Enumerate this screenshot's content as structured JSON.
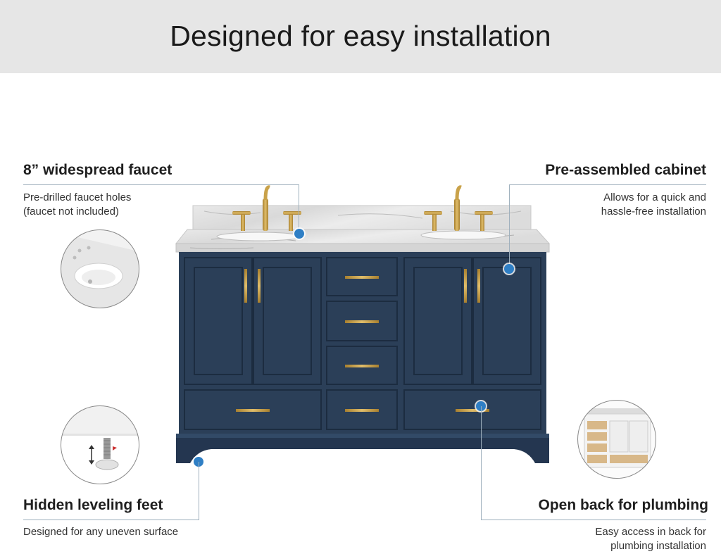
{
  "header": {
    "title": "Designed for easy installation"
  },
  "features": {
    "faucet": {
      "title": "8” widespread faucet",
      "desc_line1": "Pre-drilled faucet holes",
      "desc_line2": "(faucet not included)"
    },
    "cabinet": {
      "title": "Pre-assembled cabinet",
      "desc_line1": "Allows for  a quick and",
      "desc_line2": "hassle-free installation"
    },
    "feet": {
      "title": "Hidden leveling feet",
      "desc_line1": "Designed for any uneven surface"
    },
    "plumbing": {
      "title": "Open back for plumbing",
      "desc_line1": "Easy access in back for",
      "desc_line2": "plumbing installation"
    }
  },
  "colors": {
    "banner_bg": "#e6e6e6",
    "cabinet_navy": "#2b3f58",
    "hardware_gold": "#c9a24a",
    "marker_blue": "#2f7fc5",
    "leader_line": "#9fb0bd"
  },
  "icons": {
    "faucet_marker": "marker-dot-icon",
    "cabinet_marker": "marker-dot-icon",
    "feet_marker": "marker-dot-icon",
    "plumbing_marker": "marker-dot-icon"
  }
}
